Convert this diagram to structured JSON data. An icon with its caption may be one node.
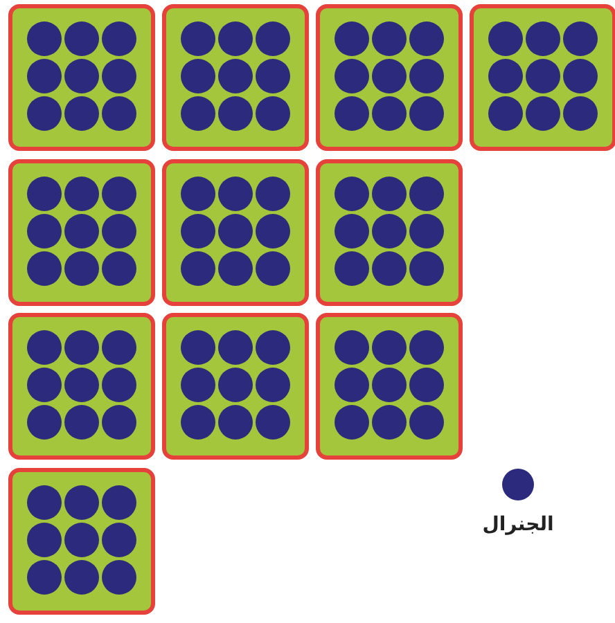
{
  "diagram": {
    "nodes": [
      {
        "text": [],
        "shape": "box"
      },
      {
        "text": [],
        "shape": "box"
      },
      {
        "text": [],
        "shape": "box"
      },
      {
        "text": [],
        "shape": "box"
      },
      {
        "text": [],
        "shape": "box"
      },
      {
        "text": [],
        "shape": "box"
      },
      {
        "text": [],
        "shape": "box"
      },
      {
        "text": [],
        "shape": "box"
      },
      {
        "text": [],
        "shape": "box"
      },
      {
        "text": [],
        "shape": "box"
      },
      {
        "text": [],
        "shape": "box"
      },
      {
        "text": [
          "الجنرال"
        ]
      }
    ]
  }
}
